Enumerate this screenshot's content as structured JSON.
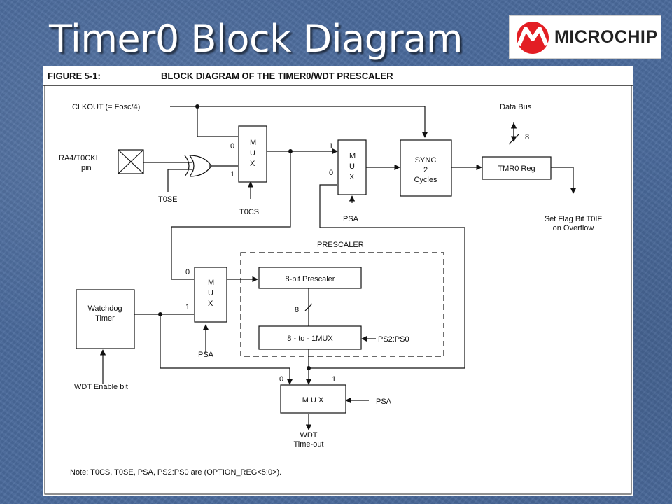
{
  "slide": {
    "title": "Timer0 Block Diagram"
  },
  "logo": {
    "text": "MICROCHIP",
    "icon": "microchip-m-logo",
    "color": "#e31e24"
  },
  "figure": {
    "number": "FIGURE 5-1:",
    "title": "BLOCK DIAGRAM OF THE TIMER0/WDT PRESCALER",
    "note": "Note: T0CS, T0SE, PSA, PS2:PS0 are (OPTION_REG<5:0>)."
  },
  "signals": {
    "clkout": "CLKOUT (= Fosc/4)",
    "ra4": "RA4/T0CKI",
    "pin": "pin",
    "t0se": "T0SE",
    "t0cs": "T0CS",
    "psa": "PSA",
    "data_bus": "Data Bus",
    "bus_width": "8",
    "flag1": "Set Flag Bit T0IF",
    "flag2": "on Overflow",
    "ps": "PS2:PS0",
    "wdt_enable": "WDT Enable bit",
    "wdt1": "WDT",
    "wdt2": "Time-out",
    "prescaler_width": "8"
  },
  "blocks": {
    "mux_m": "M",
    "mux_u": "U",
    "mux_x": "X",
    "mux_wide": "M U X",
    "sync1": "SYNC",
    "sync2": "2",
    "sync3": "Cycles",
    "tmr0": "TMR0 Reg",
    "prescaler_label": "PRESCALER",
    "prescaler8": "8-bit Prescaler",
    "mux8to1": "8 - to - 1MUX",
    "watchdog1": "Watchdog",
    "watchdog2": "Timer"
  },
  "mux_inputs": {
    "zero": "0",
    "one": "1"
  }
}
